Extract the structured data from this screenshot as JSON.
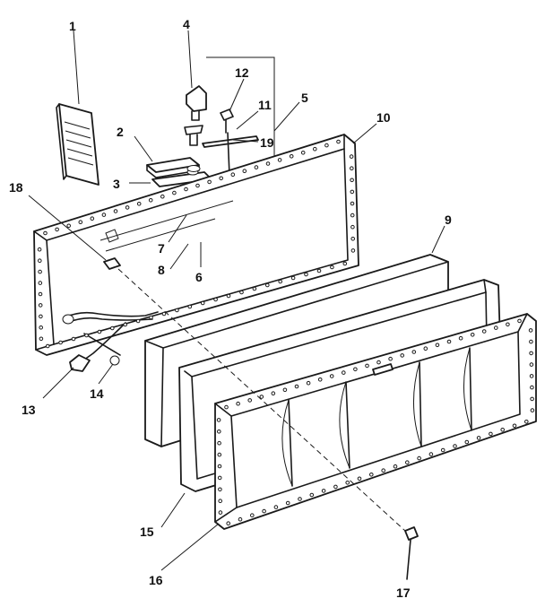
{
  "callouts": [
    {
      "id": "c1",
      "text": "1"
    },
    {
      "id": "c2",
      "text": "2"
    },
    {
      "id": "c3",
      "text": "3"
    },
    {
      "id": "c4",
      "text": "4"
    },
    {
      "id": "c5",
      "text": "5"
    },
    {
      "id": "c6",
      "text": "6"
    },
    {
      "id": "c7",
      "text": "7"
    },
    {
      "id": "c8",
      "text": "8"
    },
    {
      "id": "c9",
      "text": "9"
    },
    {
      "id": "c10",
      "text": "10"
    },
    {
      "id": "c11",
      "text": "11"
    },
    {
      "id": "c12",
      "text": "12"
    },
    {
      "id": "c13",
      "text": "13"
    },
    {
      "id": "c14",
      "text": "14"
    },
    {
      "id": "c15",
      "text": "15"
    },
    {
      "id": "c16",
      "text": "16"
    },
    {
      "id": "c17",
      "text": "17"
    },
    {
      "id": "c18",
      "text": "18"
    },
    {
      "id": "c19",
      "text": "19"
    }
  ],
  "colors": {
    "ink": "#1a1a1a",
    "paper": "#ffffff"
  }
}
